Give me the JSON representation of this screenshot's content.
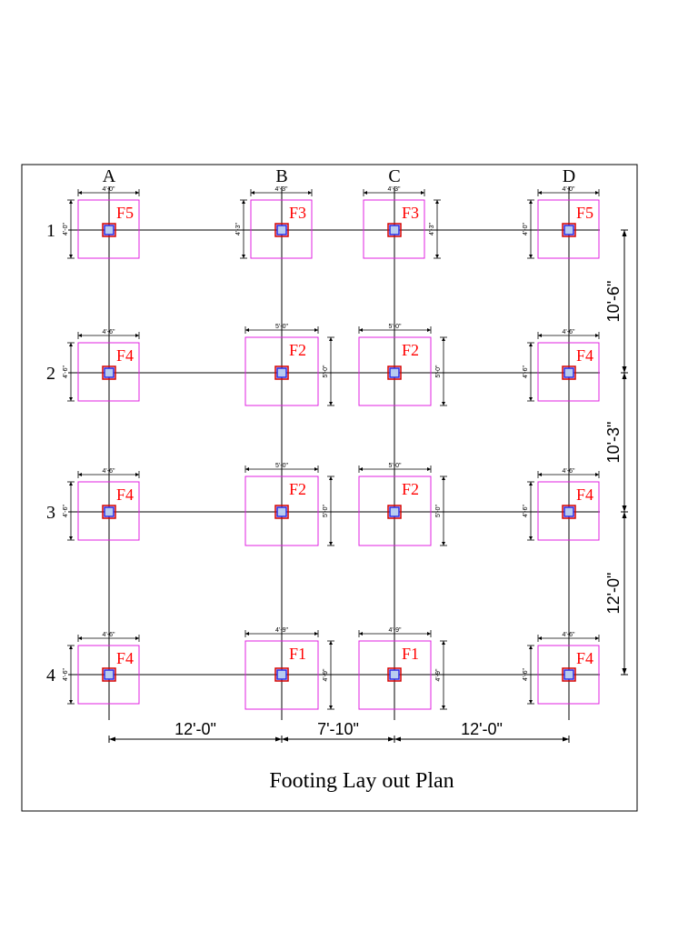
{
  "title": "Footing Lay out Plan",
  "colors": {
    "grid": "#000000",
    "footing_outline": "#e020e0",
    "footing_label": "#ff0000",
    "column_outer": "#d40000",
    "column_inner": "#2a2ae6",
    "column_fill": "#b8ccf0",
    "frame": "#000000"
  },
  "grid_columns": [
    {
      "label": "A"
    },
    {
      "label": "B"
    },
    {
      "label": "C"
    },
    {
      "label": "D"
    }
  ],
  "grid_rows": [
    {
      "label": "1"
    },
    {
      "label": "2"
    },
    {
      "label": "3"
    },
    {
      "label": "4"
    }
  ],
  "column_spacings": [
    "12'-0\"",
    "7'-10\"",
    "12'-0\""
  ],
  "row_spacings": [
    "10'-6\"",
    "10'-3\"",
    "12'-0\""
  ],
  "footings": [
    {
      "row": 0,
      "col": 0,
      "label": "F5",
      "width": "4'-0\"",
      "depth": "4'-0\""
    },
    {
      "row": 0,
      "col": 1,
      "label": "F3",
      "width": "4'-3\"",
      "depth": "4'-3\""
    },
    {
      "row": 0,
      "col": 2,
      "label": "F3",
      "width": "4'-3\"",
      "depth": "4'-3\""
    },
    {
      "row": 0,
      "col": 3,
      "label": "F5",
      "width": "4'-0\"",
      "depth": "4'-0\""
    },
    {
      "row": 1,
      "col": 0,
      "label": "F4",
      "width": "4'-6\"",
      "depth": "4'-6\""
    },
    {
      "row": 1,
      "col": 1,
      "label": "F2",
      "width": "5'-0\"",
      "depth": "5'-0\""
    },
    {
      "row": 1,
      "col": 2,
      "label": "F2",
      "width": "5'-0\"",
      "depth": "5'-0\""
    },
    {
      "row": 1,
      "col": 3,
      "label": "F4",
      "width": "4'-6\"",
      "depth": "4'-6\""
    },
    {
      "row": 2,
      "col": 0,
      "label": "F4",
      "width": "4'-6\"",
      "depth": "4'-6\""
    },
    {
      "row": 2,
      "col": 1,
      "label": "F2",
      "width": "5'-0\"",
      "depth": "5'-0\""
    },
    {
      "row": 2,
      "col": 2,
      "label": "F2",
      "width": "5'-0\"",
      "depth": "5'-0\""
    },
    {
      "row": 2,
      "col": 3,
      "label": "F4",
      "width": "4'-6\"",
      "depth": "4'-6\""
    },
    {
      "row": 3,
      "col": 0,
      "label": "F4",
      "width": "4'-6\"",
      "depth": "4'-6\""
    },
    {
      "row": 3,
      "col": 1,
      "label": "F1",
      "width": "4'-9\"",
      "depth": "4'-9\""
    },
    {
      "row": 3,
      "col": 2,
      "label": "F1",
      "width": "4'-9\"",
      "depth": "4'-9\""
    },
    {
      "row": 3,
      "col": 3,
      "label": "F4",
      "width": "4'-6\"",
      "depth": "4'-6\""
    }
  ]
}
